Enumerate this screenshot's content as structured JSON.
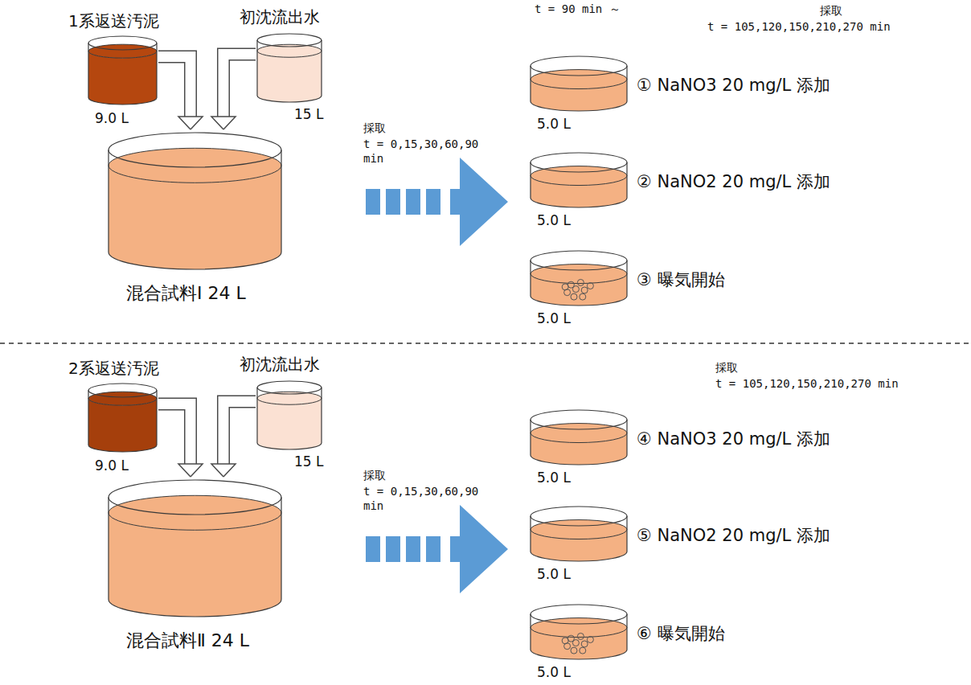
{
  "diagram": {
    "nodes": [
      {
        "text": [
          "1系返送汚泥",
          "9.0 L"
        ]
      },
      {
        "text": [
          "初沈流出水",
          "15 L"
        ]
      },
      {
        "text": [
          "混合試料Ⅰ 24 L"
        ]
      },
      {
        "text": [
          "① NaNO3 20 mg/L 添加",
          "5.0 L"
        ]
      },
      {
        "text": [
          "② NaNO2 20 mg/L 添加",
          "5.0 L"
        ]
      },
      {
        "text": [
          "③ 曝気開始",
          "5.0 L"
        ]
      },
      {
        "text": [
          "2系返送汚泥",
          "9.0 L"
        ]
      },
      {
        "text": [
          "初沈流出水",
          "15 L"
        ]
      },
      {
        "text": [
          "混合試料Ⅱ 24 L"
        ]
      },
      {
        "text": [
          "④ NaNO3 20 mg/L 添加",
          "5.0 L"
        ]
      },
      {
        "text": [
          "⑤ NaNO2 20 mg/L 添加",
          "5.0 L"
        ]
      },
      {
        "text": [
          "⑥ 曝気開始",
          "5.0 L"
        ]
      }
    ],
    "edges": [
      {
        "from": 0,
        "to": 2,
        "arrow": "to"
      },
      {
        "from": 1,
        "to": 2,
        "arrow": "to"
      },
      {
        "from": 6,
        "to": 8,
        "arrow": "to"
      },
      {
        "from": 7,
        "to": 8,
        "arrow": "to"
      }
    ],
    "labels": [
      "採取",
      "t = 0,15,30,60,90 min",
      "t = 90 min ～",
      "採取",
      "t = 105,120,150,210,270 min",
      "採取",
      "t = 0,15,30,60,90 min",
      "採取",
      "t = 105,120,150,210,270 min"
    ]
  }
}
